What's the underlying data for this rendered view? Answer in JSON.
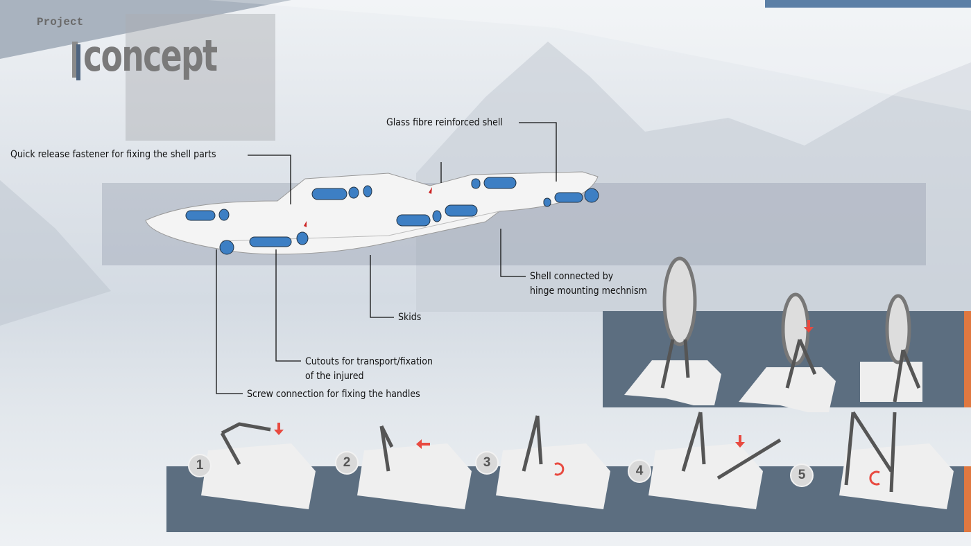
{
  "header": {
    "kicker": "Project",
    "title": "concept"
  },
  "callouts": {
    "shell": "Glass fibre reinforced shell",
    "fastener": "Quick release fastener for fixing the shell parts",
    "hinge_1": "Shell connected by",
    "hinge_2": "hinge mounting mechnism",
    "skids": "Skids",
    "cutouts_1": "Cutouts for transport/fixation",
    "cutouts_2": "of the injured",
    "screw": "Screw connection for fixing the handles"
  },
  "steps": [
    "1",
    "2",
    "3",
    "4",
    "5"
  ],
  "colors": {
    "accent_blue": "#5b7fa6",
    "panel": "#5c6e80",
    "accent_orange": "#e07840",
    "arrow_red": "#e84a40",
    "cutout_blue": "#3d7fc4"
  }
}
